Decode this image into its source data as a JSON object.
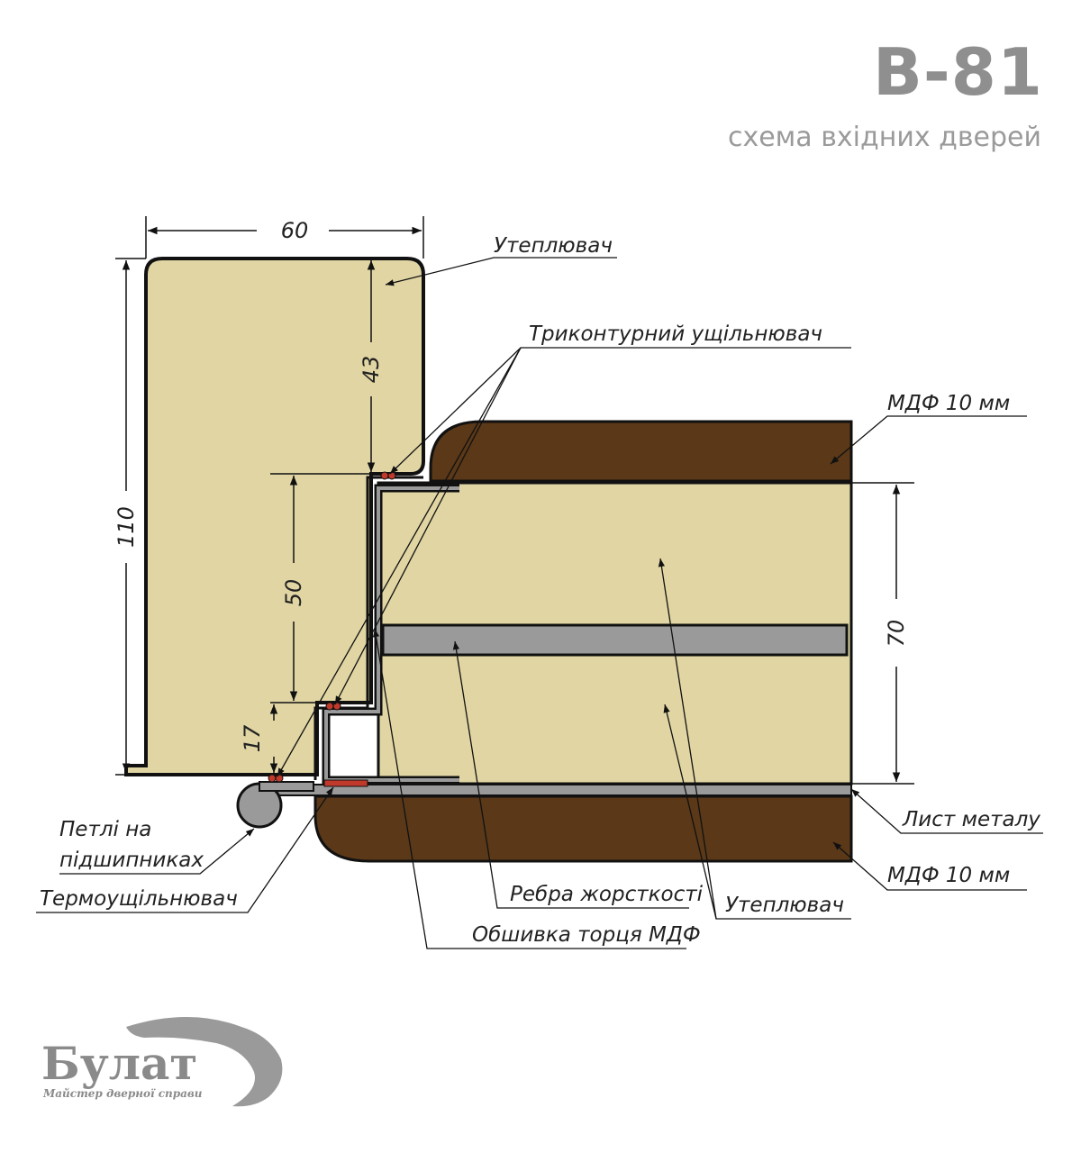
{
  "header": {
    "title": "В-81",
    "subtitle": "схема вхідних дверей"
  },
  "dimensions": {
    "frame_width": "60",
    "frame_height": "110",
    "upper_step": "43",
    "middle_step": "50",
    "lower_step": "17",
    "leaf_thickness": "70"
  },
  "labels": {
    "insulation_top": "Утеплювач",
    "triple_seal": "Триконтурний   ущільнювач",
    "mdf_top": "МДФ 10 мм",
    "metal_sheet": "Лист металу",
    "mdf_bottom": "МДФ 10 мм",
    "insulation_bottom": "Утеплювач",
    "stiffening_ribs": "Ребра жорсткості",
    "mdf_edge_trim": "Обшивка торця МДФ",
    "bearing_hinges_line1": "Петлі на",
    "bearing_hinges_line2": "підшипниках",
    "thermal_seal": "Термоущільнювач"
  },
  "logo": {
    "name": "Булат",
    "tagline": "Майстер дверної справи"
  },
  "colors": {
    "insulation": "#e0d5a3",
    "mdf": "#5a3818",
    "metal": "#9a9a9a",
    "seal": "#c0392b",
    "heading": "#8f8f8f"
  }
}
